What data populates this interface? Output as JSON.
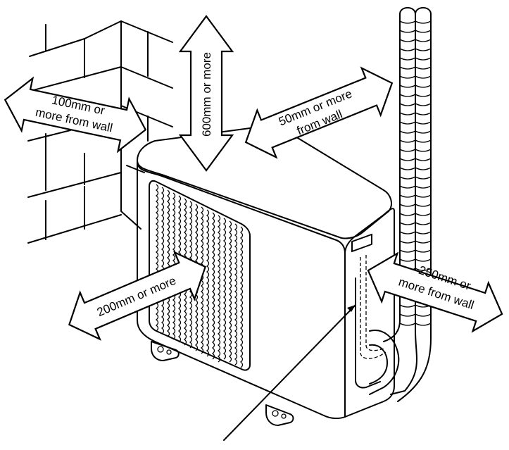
{
  "clearances": {
    "top": "600mm or more",
    "left_wall_line1": "100mm or",
    "left_wall_line2": "more from wall",
    "rear_wall_line1": "50mm or more",
    "rear_wall_line2": "from wall",
    "front": "200mm or more",
    "right_wall_line1": "250mm or",
    "right_wall_line2": "more from wall"
  },
  "colors": {
    "line": "#000000",
    "fill": "#ffffff"
  }
}
